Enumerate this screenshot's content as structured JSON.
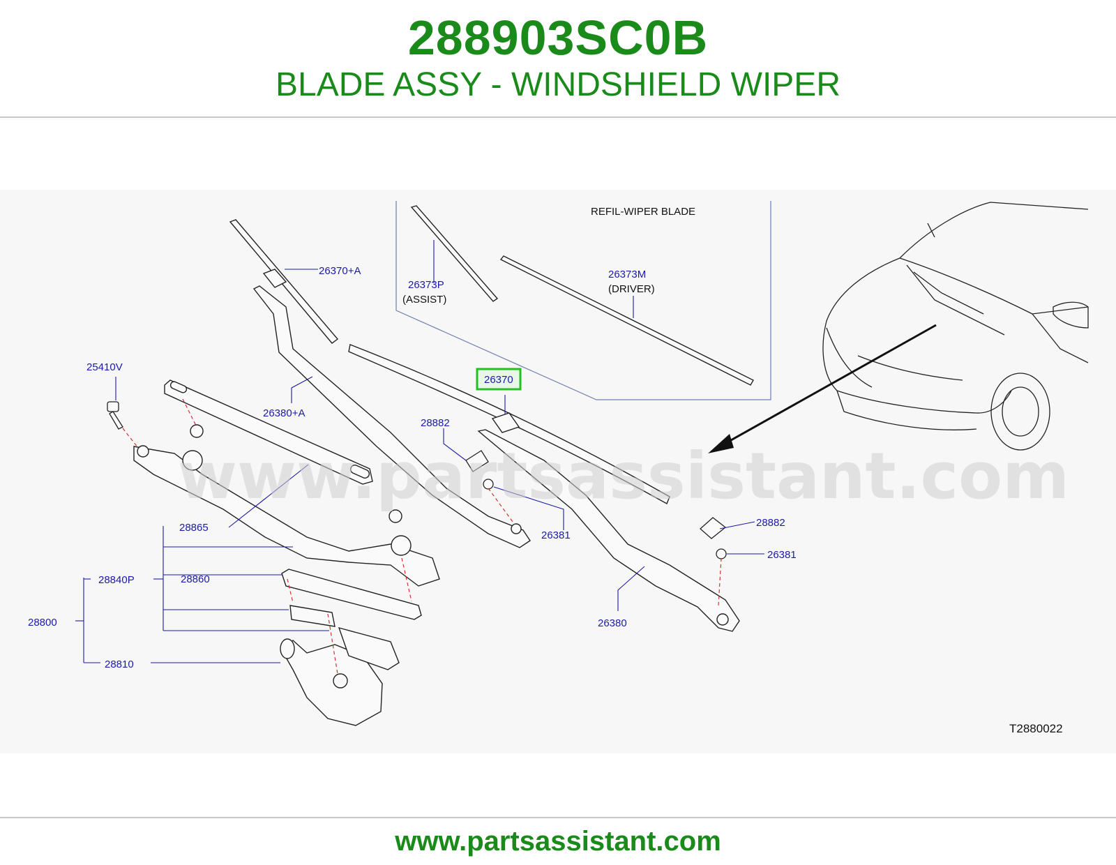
{
  "header": {
    "part_number": "288903SC0B",
    "part_name": "BLADE ASSY - WINDSHIELD WIPER"
  },
  "diagram": {
    "inset_title": "REFIL-WIPER   BLADE",
    "watermark": "www.partsassistant.com",
    "drawing_code": "T2880022",
    "highlighted_part": "26370",
    "callouts": {
      "c26370A": "26370+A",
      "c26373P": "26373P",
      "c26373P_note": "(ASSIST)",
      "c26373M": "26373M",
      "c26373M_note": "(DRIVER)",
      "c25410V": "25410V",
      "c26370": "26370",
      "c26380A": "26380+A",
      "c28882a": "28882",
      "c28882b": "28882",
      "c26381a": "26381",
      "c26381b": "26381",
      "c28865": "28865",
      "c28840P": "28840P",
      "c28860": "28860",
      "c28800": "28800",
      "c28810": "28810",
      "c26380": "26380"
    },
    "colors": {
      "brand_green": "#1a8a1a",
      "callout_blue": "#1a1aa8",
      "highlight_green": "#22c022",
      "guide_red": "#d03030"
    }
  },
  "footer": {
    "url": "www.partsassistant.com"
  }
}
